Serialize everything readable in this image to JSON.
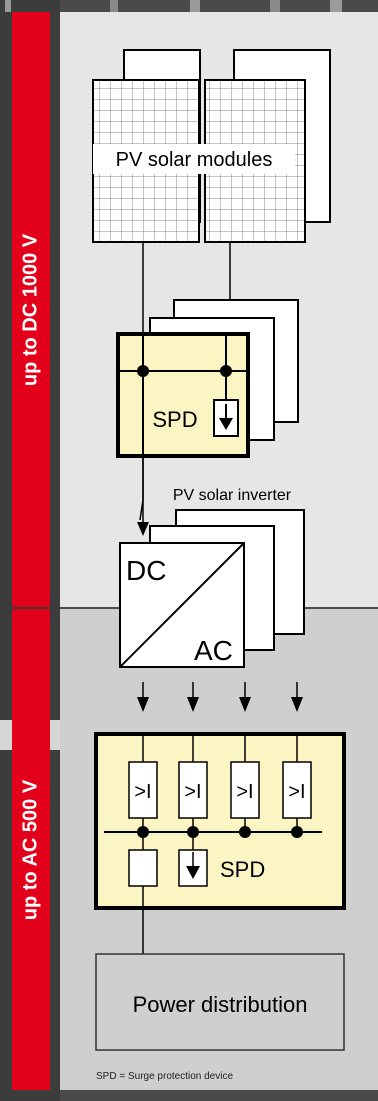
{
  "sections": {
    "dc_label": "up to DC 1000 V",
    "ac_label": "up to AC 500 V"
  },
  "components": {
    "pv_modules": "PV solar modules",
    "spd_dc": "SPD",
    "inverter_title": "PV solar inverter",
    "inverter_dc": "DC",
    "inverter_ac": "AC",
    "breaker_label": ">I",
    "spd_ac": "SPD",
    "power_distribution": "Power distribution"
  },
  "footnote": "SPD = Surge protection device",
  "colors": {
    "red_bar": "#e2001a",
    "spd_box": "#fbf5c3",
    "dc_panel": "#e6e6e6",
    "ac_panel": "#cfcfcf"
  }
}
